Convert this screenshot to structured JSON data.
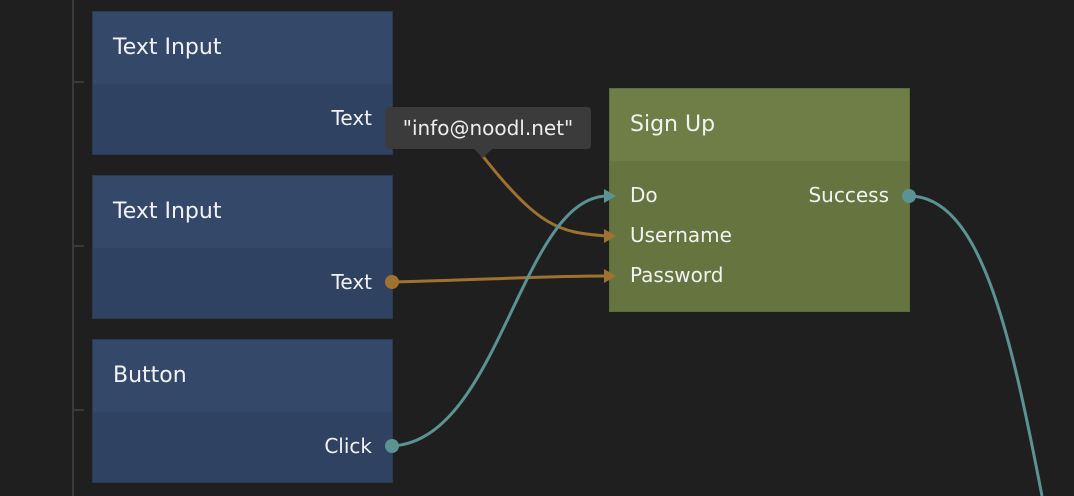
{
  "nodes": {
    "text_input_1": {
      "title": "Text Input",
      "output": "Text"
    },
    "text_input_2": {
      "title": "Text Input",
      "output": "Text"
    },
    "button": {
      "title": "Button",
      "output": "Click"
    },
    "sign_up": {
      "title": "Sign Up",
      "inputs": [
        "Do",
        "Username",
        "Password"
      ],
      "output": "Success"
    }
  },
  "tooltip": {
    "text": "\"info@noodl.net\""
  },
  "colors": {
    "canvas": "#1f1f1f",
    "ui_node": "#34496a",
    "data_node": "#6f7e47",
    "data_wire": "#9e7230",
    "signal_wire": "#5b9392"
  }
}
